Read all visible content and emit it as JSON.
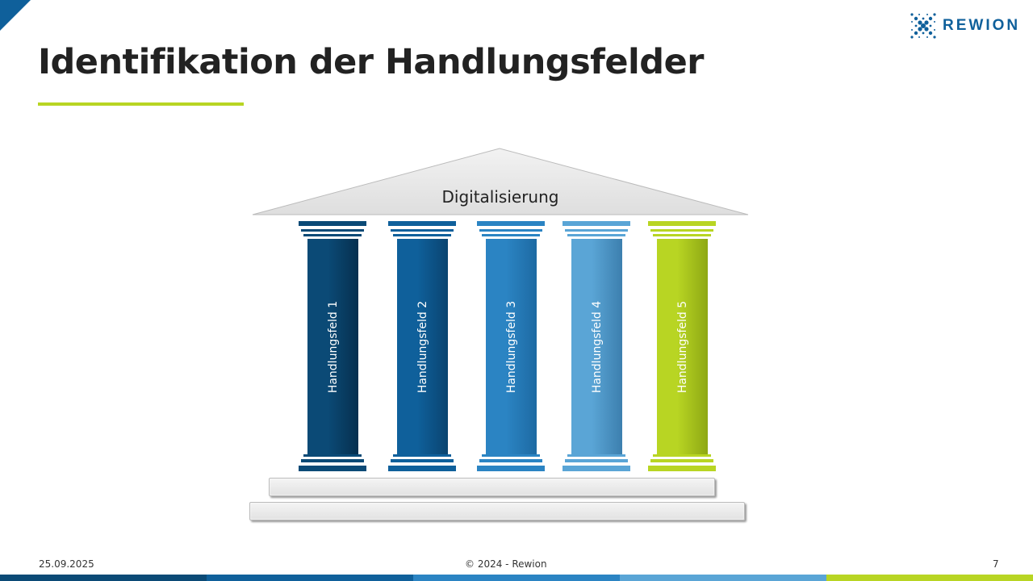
{
  "title": "Identifikation der Handlungsfelder",
  "logo": {
    "text": "REWION"
  },
  "roof_label": "Digitalisierung",
  "pillars": [
    {
      "label": "Handlungsfeld 1",
      "color": "#0b4a76",
      "dark": "#06304f"
    },
    {
      "label": "Handlungsfeld 2",
      "color": "#0f609b",
      "dark": "#0a4470"
    },
    {
      "label": "Handlungsfeld 3",
      "color": "#2b84c3",
      "dark": "#1d6aa3"
    },
    {
      "label": "Handlungsfeld 4",
      "color": "#5aa5d6",
      "dark": "#3c7fae"
    },
    {
      "label": "Handlungsfeld 5",
      "color": "#b8d523",
      "dark": "#8ea814"
    }
  ],
  "footer": {
    "date": "25.09.2025",
    "copyright": "© 2024 - Rewion",
    "page": "7"
  },
  "colors": {
    "accent": "#b8d523",
    "brand": "#0f609b"
  }
}
